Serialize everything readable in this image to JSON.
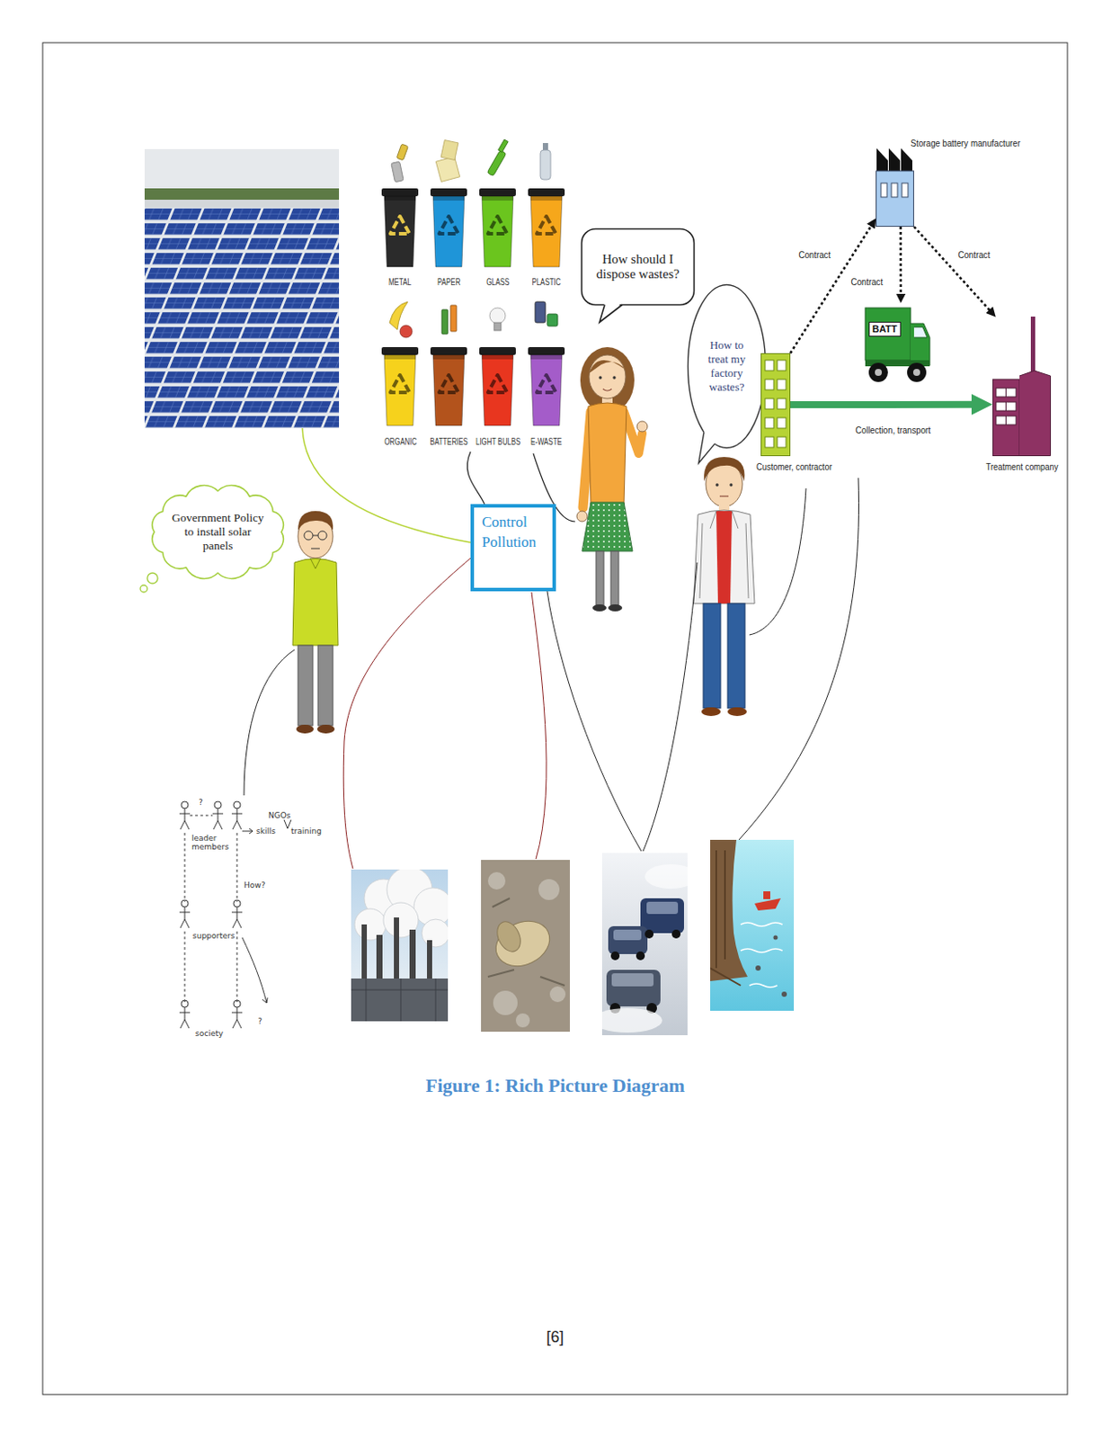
{
  "diagram": {
    "caption": "Figure 1: Rich Picture Diagram",
    "nodes": [
      {
        "text": [
          "Storage battery manufacturer"
        ]
      },
      {
        "text": [
          "How should I dispose wastes?"
        ]
      },
      {
        "text": [
          "BATT"
        ]
      },
      {
        "text": [
          "How to treat my factory wastes?"
        ]
      },
      {
        "text": [
          "Customer, contractor"
        ]
      },
      {
        "text": [
          "Treatment company"
        ]
      },
      {
        "text": [
          "Government Policy to install solar panels"
        ]
      },
      {
        "text": [
          "Control Pollution"
        ]
      }
    ],
    "edges": [
      {
        "from": 4,
        "to": 0,
        "arrow": "to",
        "label": "Contract"
      },
      {
        "from": 0,
        "to": 2,
        "arrow": "to",
        "label": "Contract"
      },
      {
        "from": 0,
        "to": 5,
        "arrow": "to",
        "label": "Contract"
      },
      {
        "from": 4,
        "to": 5,
        "arrow": "to",
        "label": "Collection, transport"
      }
    ],
    "labels": [
      "METAL",
      "PAPER",
      "GLASS",
      "PLASTIC",
      "ORGANIC",
      "BATTERIES",
      "LIGHT BULBS",
      "E-WASTE",
      "?",
      "leader members",
      "NGOs",
      "skills",
      "training",
      "How?",
      "supporters",
      "society",
      "?",
      "[6]"
    ]
  }
}
